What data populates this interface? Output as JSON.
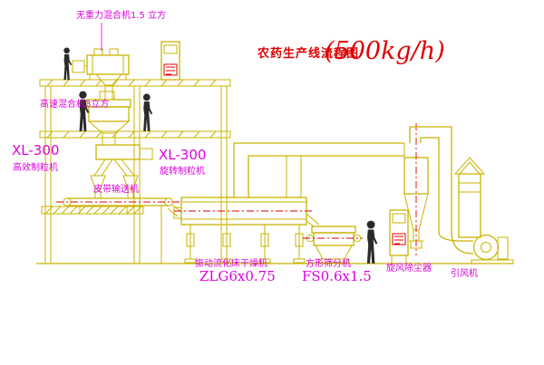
{
  "diagram": {
    "title": "农药生产线流程图",
    "capacity": "(500kg/h)"
  },
  "labels": {
    "top_mixer": "无重力混合机1.5 立方",
    "high_speed_mixer": "高速混合机3立方",
    "granulator_left_model": "XL-300",
    "granulator_left_name": "高效制粒机",
    "granulator_right_model": "XL-300",
    "granulator_right_name": "旋转制粒机",
    "belt_conveyor": "皮带输送机",
    "dryer_name": "振动流化床干燥机",
    "dryer_model": "ZLG6x0.75",
    "sifter_name": "方形筛分机",
    "sifter_model": "FS0.6x1.5",
    "cyclone": "旋风除尘器",
    "fan": "引风机"
  },
  "colors": {
    "line": "#c9b400",
    "accent": "#e00000",
    "label-color": "#dd00dd",
    "figure": "#2a2a2a",
    "bg": "#ffffff"
  }
}
